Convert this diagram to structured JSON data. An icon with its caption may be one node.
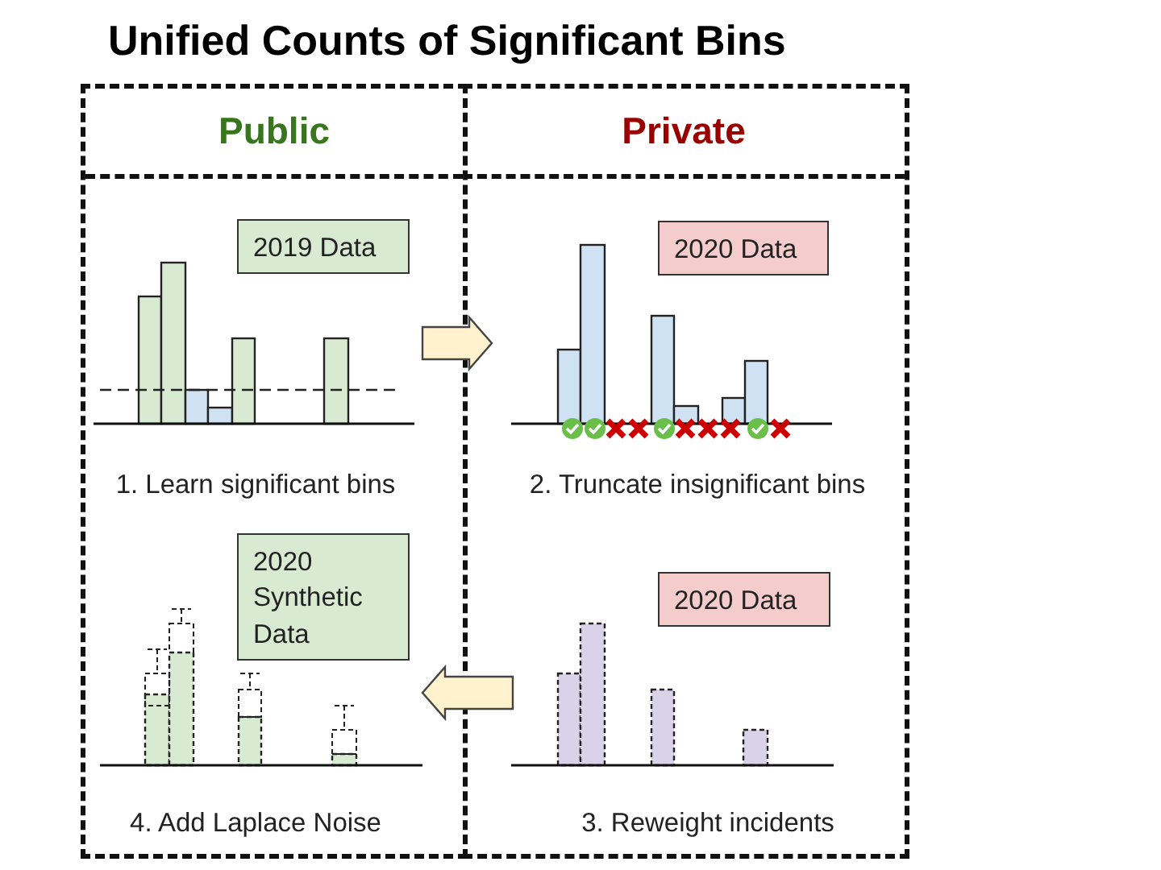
{
  "diagram": {
    "title": "Unified Counts of Significant Bins",
    "nodes": [
      {
        "text": [
          "Public"
        ]
      },
      {
        "text": [
          "Private"
        ]
      },
      {
        "text": [
          "1. Learn significant bins"
        ],
        "in": 0
      },
      {
        "text": [
          "2019 Data"
        ],
        "in": 0
      },
      {
        "text": [
          "2. Truncate insignificant bins"
        ],
        "in": 1
      },
      {
        "text": [
          "2020 Data"
        ],
        "in": 1
      },
      {
        "text": [
          "3. Reweight incidents"
        ],
        "in": 1
      },
      {
        "text": [
          "2020 Data"
        ],
        "in": 1
      },
      {
        "text": [
          "4. Add Laplace Noise"
        ],
        "in": 0
      },
      {
        "text": [
          "2020 Synthetic Data"
        ],
        "in": 0
      }
    ],
    "edges": [
      {
        "from": 2,
        "to": 4,
        "arrow": "to"
      },
      {
        "from": 6,
        "to": 8,
        "arrow": "to"
      }
    ]
  }
}
